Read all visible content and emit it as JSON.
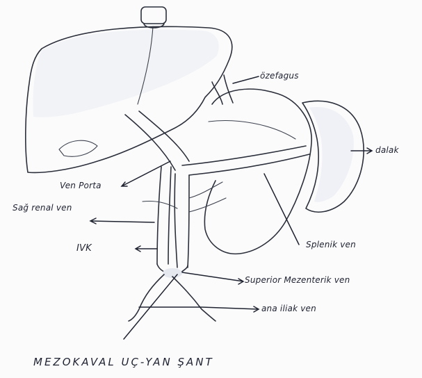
{
  "labels": {
    "ozefagus": "özefagus",
    "dalak": "dalak",
    "ven_porta": "Ven Porta",
    "sag_renal_ven": "Sağ renal ven",
    "ivk": "IVK",
    "splenik_ven": "Splenik ven",
    "superior_mezenterik_ven": "Superior Mezenterik ven",
    "ana_iliak_ven": "ana iliak ven"
  },
  "title": "MEZOKAVAL UÇ-YAN ŞANT"
}
